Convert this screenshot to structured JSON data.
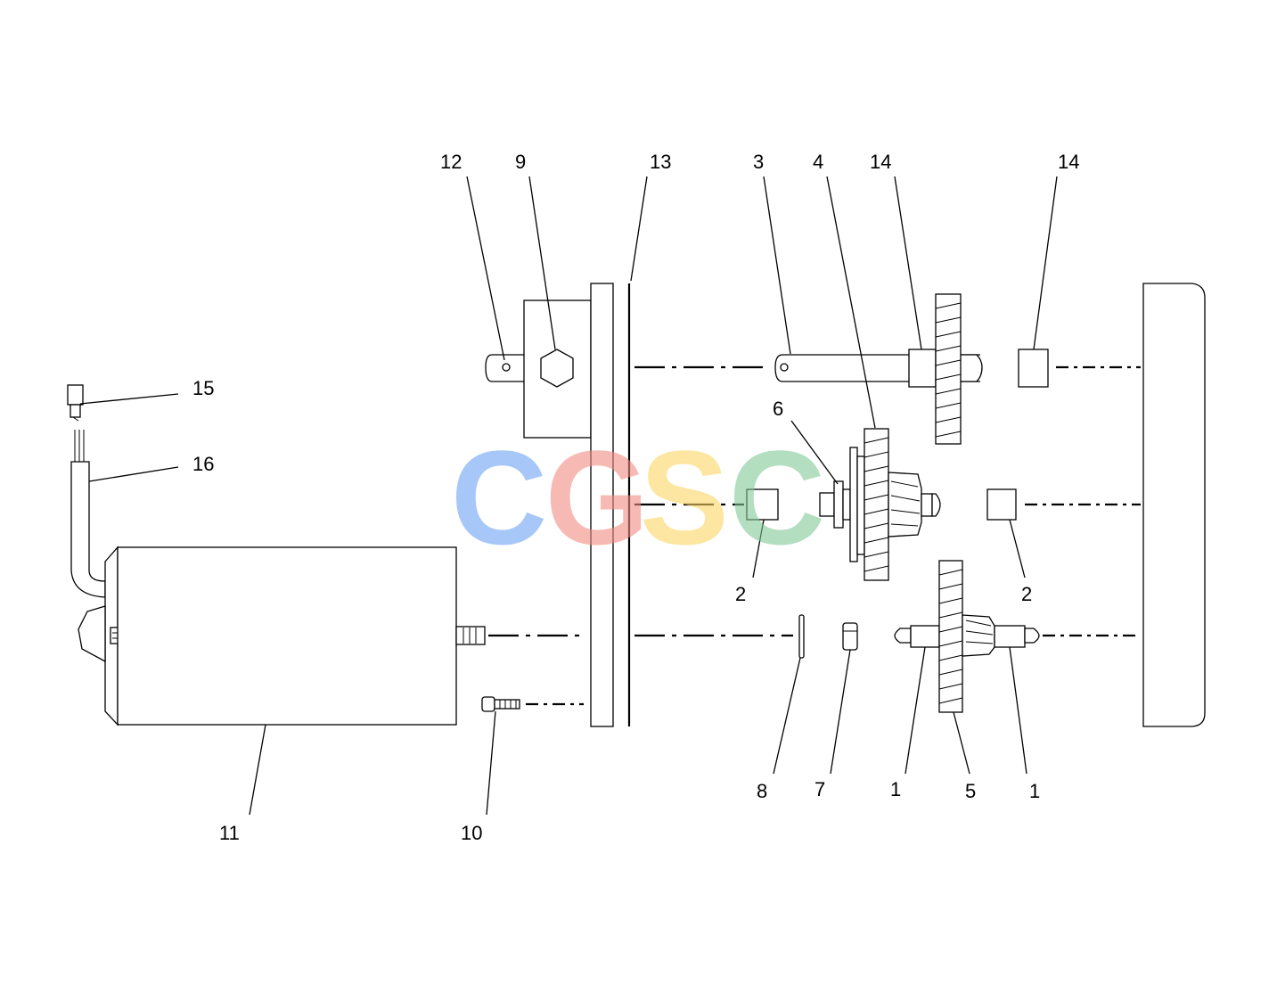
{
  "callouts": {
    "c1a": "1",
    "c1b": "1",
    "c2a": "2",
    "c2b": "2",
    "c3": "3",
    "c4": "4",
    "c5": "5",
    "c6": "6",
    "c7": "7",
    "c8": "8",
    "c9": "9",
    "c10": "10",
    "c11": "11",
    "c12": "12",
    "c13": "13",
    "c14a": "14",
    "c14b": "14",
    "c15": "15",
    "c16": "16"
  },
  "watermark": {
    "letters": [
      "C",
      "G",
      "S",
      "C"
    ],
    "colors": [
      "#6ea2f5",
      "#f28b82",
      "#fdd663",
      "#81c995"
    ]
  }
}
